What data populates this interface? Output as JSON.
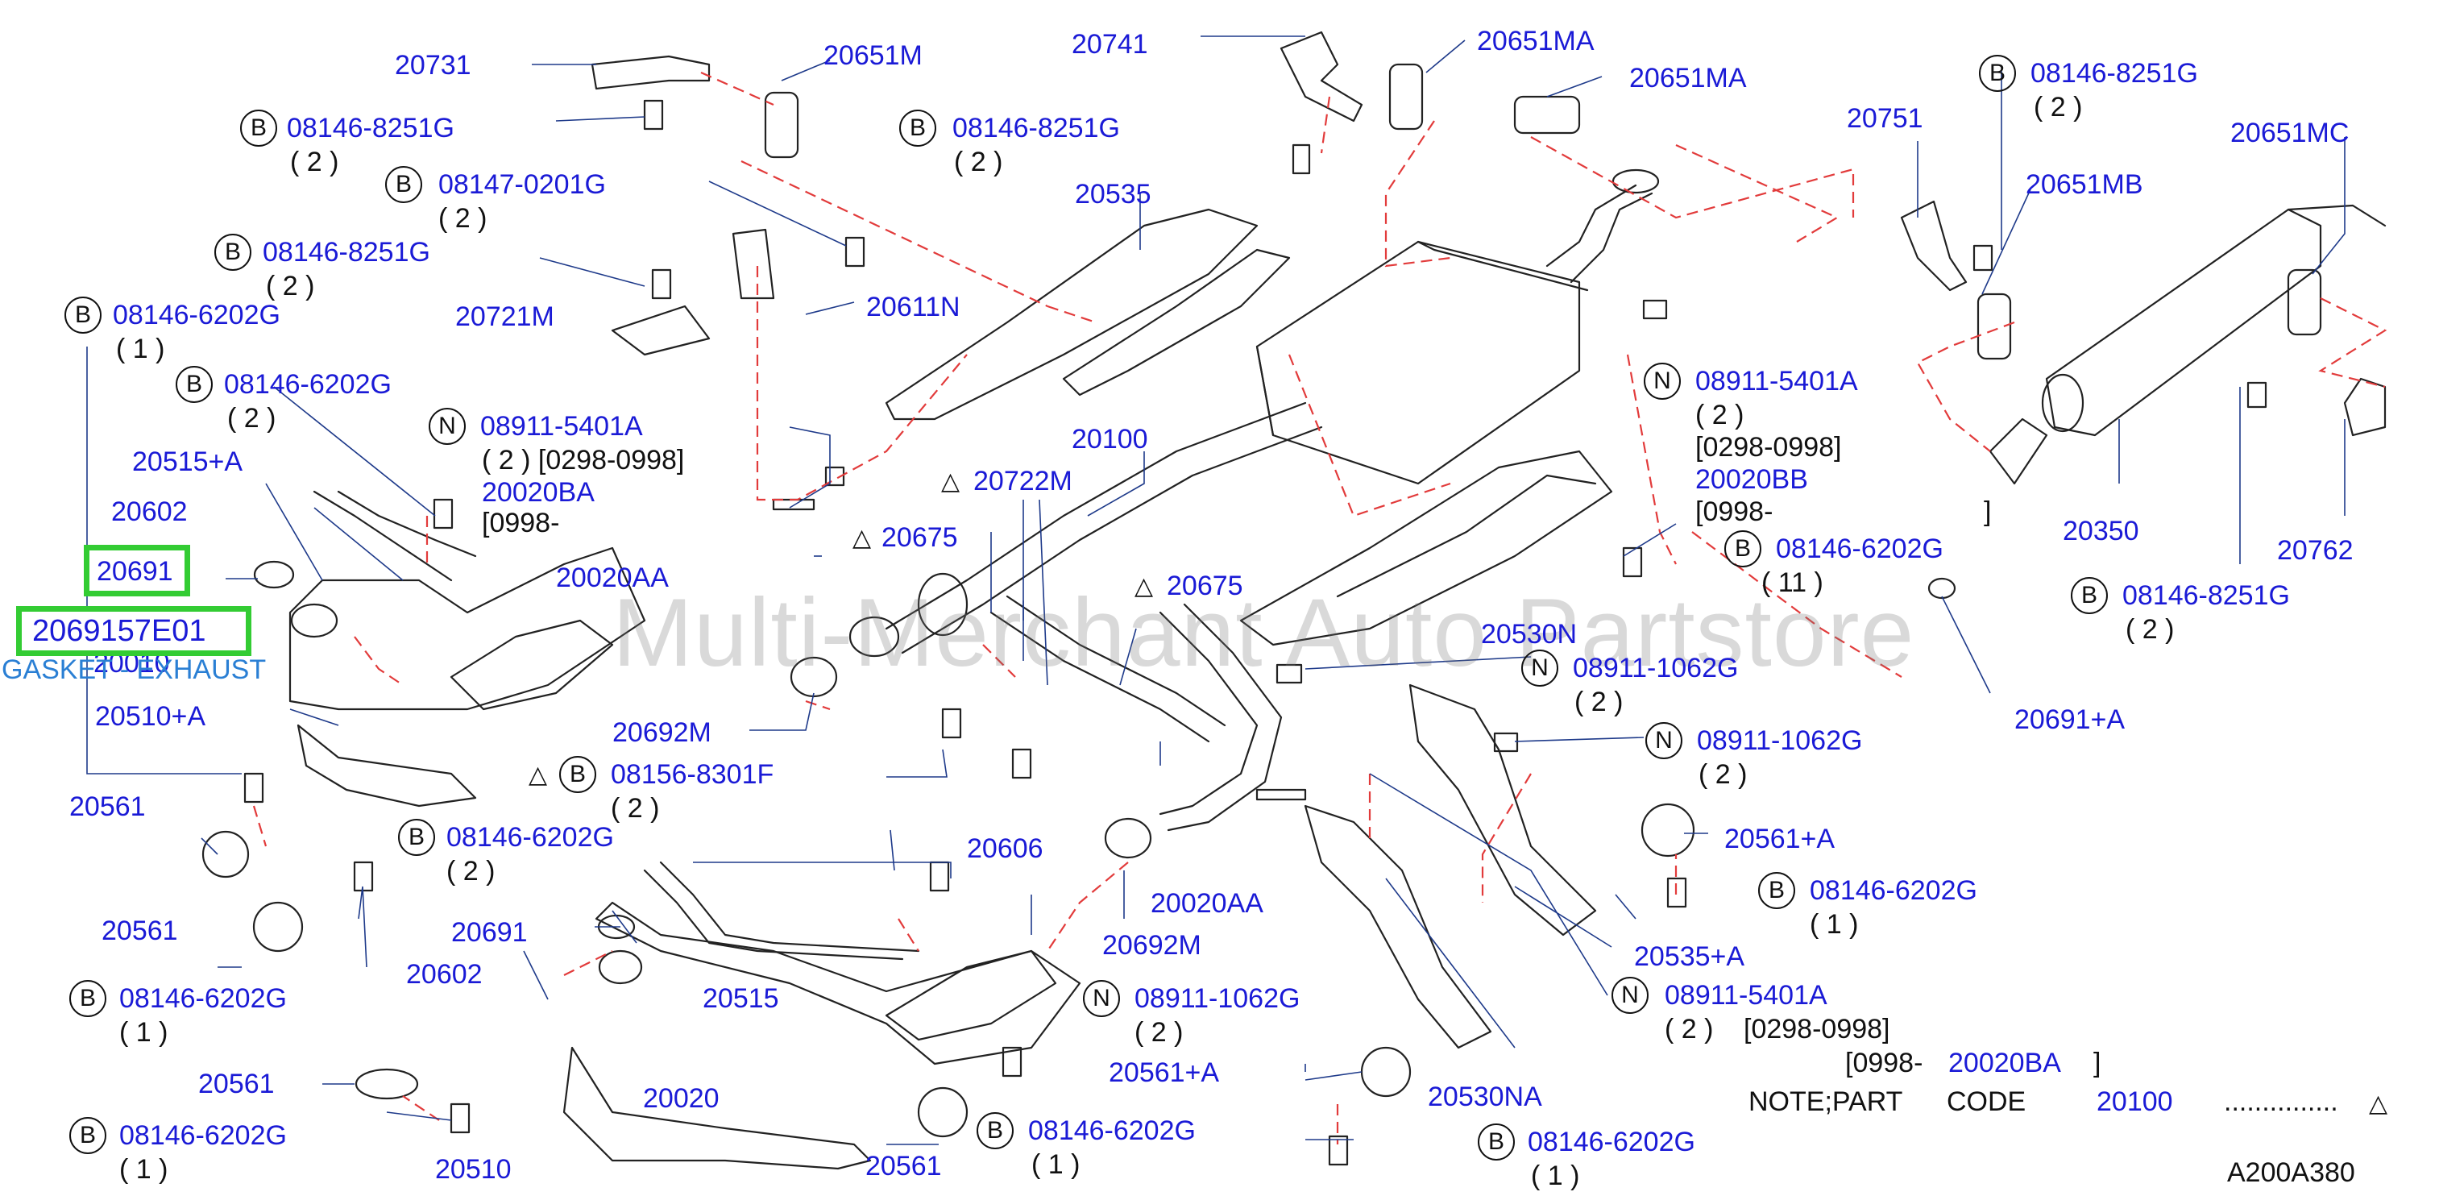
{
  "diagram_code": "A200A380",
  "watermark": "Multi-Merchant Auto Partstore",
  "highlight": {
    "part": "20691",
    "code": "2069157E01",
    "desc": "GASKET - EXHAUST",
    "overlapped_label": "20010"
  },
  "note": {
    "prefix": "NOTE;PART",
    "code_label": "CODE",
    "part": "20100",
    "dots": "...............",
    "tri": "△"
  },
  "labels": {
    "p20731": "20731",
    "p20651M": "20651M",
    "p20741": "20741",
    "p20651MA_a": "20651MA",
    "p20651MA_b": "20651MA",
    "p20751": "20751",
    "p20651MC": "20651MC",
    "p20651MB": "20651MB",
    "p20535": "20535",
    "p20721M": "20721M",
    "p20611N": "20611N",
    "p20515A": "20515+A",
    "p20602_a": "20602",
    "p20100": "20100",
    "p20722M": "20722M",
    "p20675_a": "20675",
    "p20675_b": "20675",
    "p20020AA_a": "20020AA",
    "p20020AA_b": "20020AA",
    "p20510A": "20510+A",
    "p20692M_a": "20692M",
    "p20692M_b": "20692M",
    "p20561_a": "20561",
    "p20561_b": "20561",
    "p20561_c": "20561",
    "p20561_d": "20561",
    "p20606": "20606",
    "p20530N": "20530N",
    "p20350": "20350",
    "p20762": "20762",
    "p20691A": "20691+A",
    "p20561A_a": "20561+A",
    "p20561A_b": "20561+A",
    "p20535A": "20535+A",
    "p20691_b": "20691",
    "p20515": "20515",
    "p20602_b": "20602",
    "p20020": "20020",
    "p20510": "20510",
    "p20530NA": "20530NA"
  },
  "bolts": {
    "b1": {
      "sym": "B",
      "pn": "08146-8251G",
      "qty": "( 2 )"
    },
    "b2": {
      "sym": "B",
      "pn": "08146-8251G",
      "qty": "( 2 )"
    },
    "b3": {
      "sym": "B",
      "pn": "08146-8251G",
      "qty": "( 2 )"
    },
    "b4": {
      "sym": "B",
      "pn": "08147-0201G",
      "qty": "( 2 )"
    },
    "b5": {
      "sym": "B",
      "pn": "08146-8251G",
      "qty": "( 2 )"
    },
    "b6": {
      "sym": "B",
      "pn": "08146-6202G",
      "qty": "( 1 )"
    },
    "b7": {
      "sym": "B",
      "pn": "08146-6202G",
      "qty": "( 2 )"
    },
    "n1": {
      "sym": "N",
      "pn": "08911-5401A",
      "qty": "( 2 ) [0298-0998]",
      "extra1": "20020BA",
      "extra2": "[0998-"
    },
    "n2": {
      "sym": "N",
      "pn": "08911-5401A",
      "qty": "( 2 )",
      "extra0": "[0298-0998]",
      "extra1": "20020BB",
      "extra2": "[0998-",
      "close": "]"
    },
    "b8": {
      "sym": "B",
      "pn": "08146-6202G",
      "qty": "( 11 )"
    },
    "b9": {
      "sym": "B",
      "pn": "08146-8251G",
      "qty": "( 2 )"
    },
    "n3": {
      "sym": "N",
      "pn": "08911-1062G",
      "qty": "( 2 )"
    },
    "n4": {
      "sym": "N",
      "pn": "08911-1062G",
      "qty": "( 2 )"
    },
    "b10": {
      "sym": "B",
      "pn": "08156-8301F",
      "qty": "( 2 )",
      "tri": "△"
    },
    "b11": {
      "sym": "B",
      "pn": "08146-6202G",
      "qty": "( 2 )"
    },
    "b12": {
      "sym": "B",
      "pn": "08146-6202G",
      "qty": "( 1 )"
    },
    "b13": {
      "sym": "B",
      "pn": "08146-6202G",
      "qty": "( 1 )"
    },
    "b14": {
      "sym": "B",
      "pn": "08146-6202G",
      "qty": "( 1 )"
    },
    "n5": {
      "sym": "N",
      "pn": "08911-1062G",
      "qty": "( 2 )"
    },
    "n6": {
      "sym": "N",
      "pn": "08911-5401A",
      "qty": "( 2 )",
      "extra0": "[0298-0998]",
      "extra1": "[0998-",
      "extra2": "20020BA",
      "close": "]"
    },
    "b15": {
      "sym": "B",
      "pn": "08146-6202G",
      "qty": "( 1 )"
    },
    "b16": {
      "sym": "B",
      "pn": "08146-6202G",
      "qty": "( 1 )"
    }
  },
  "tri": "△"
}
